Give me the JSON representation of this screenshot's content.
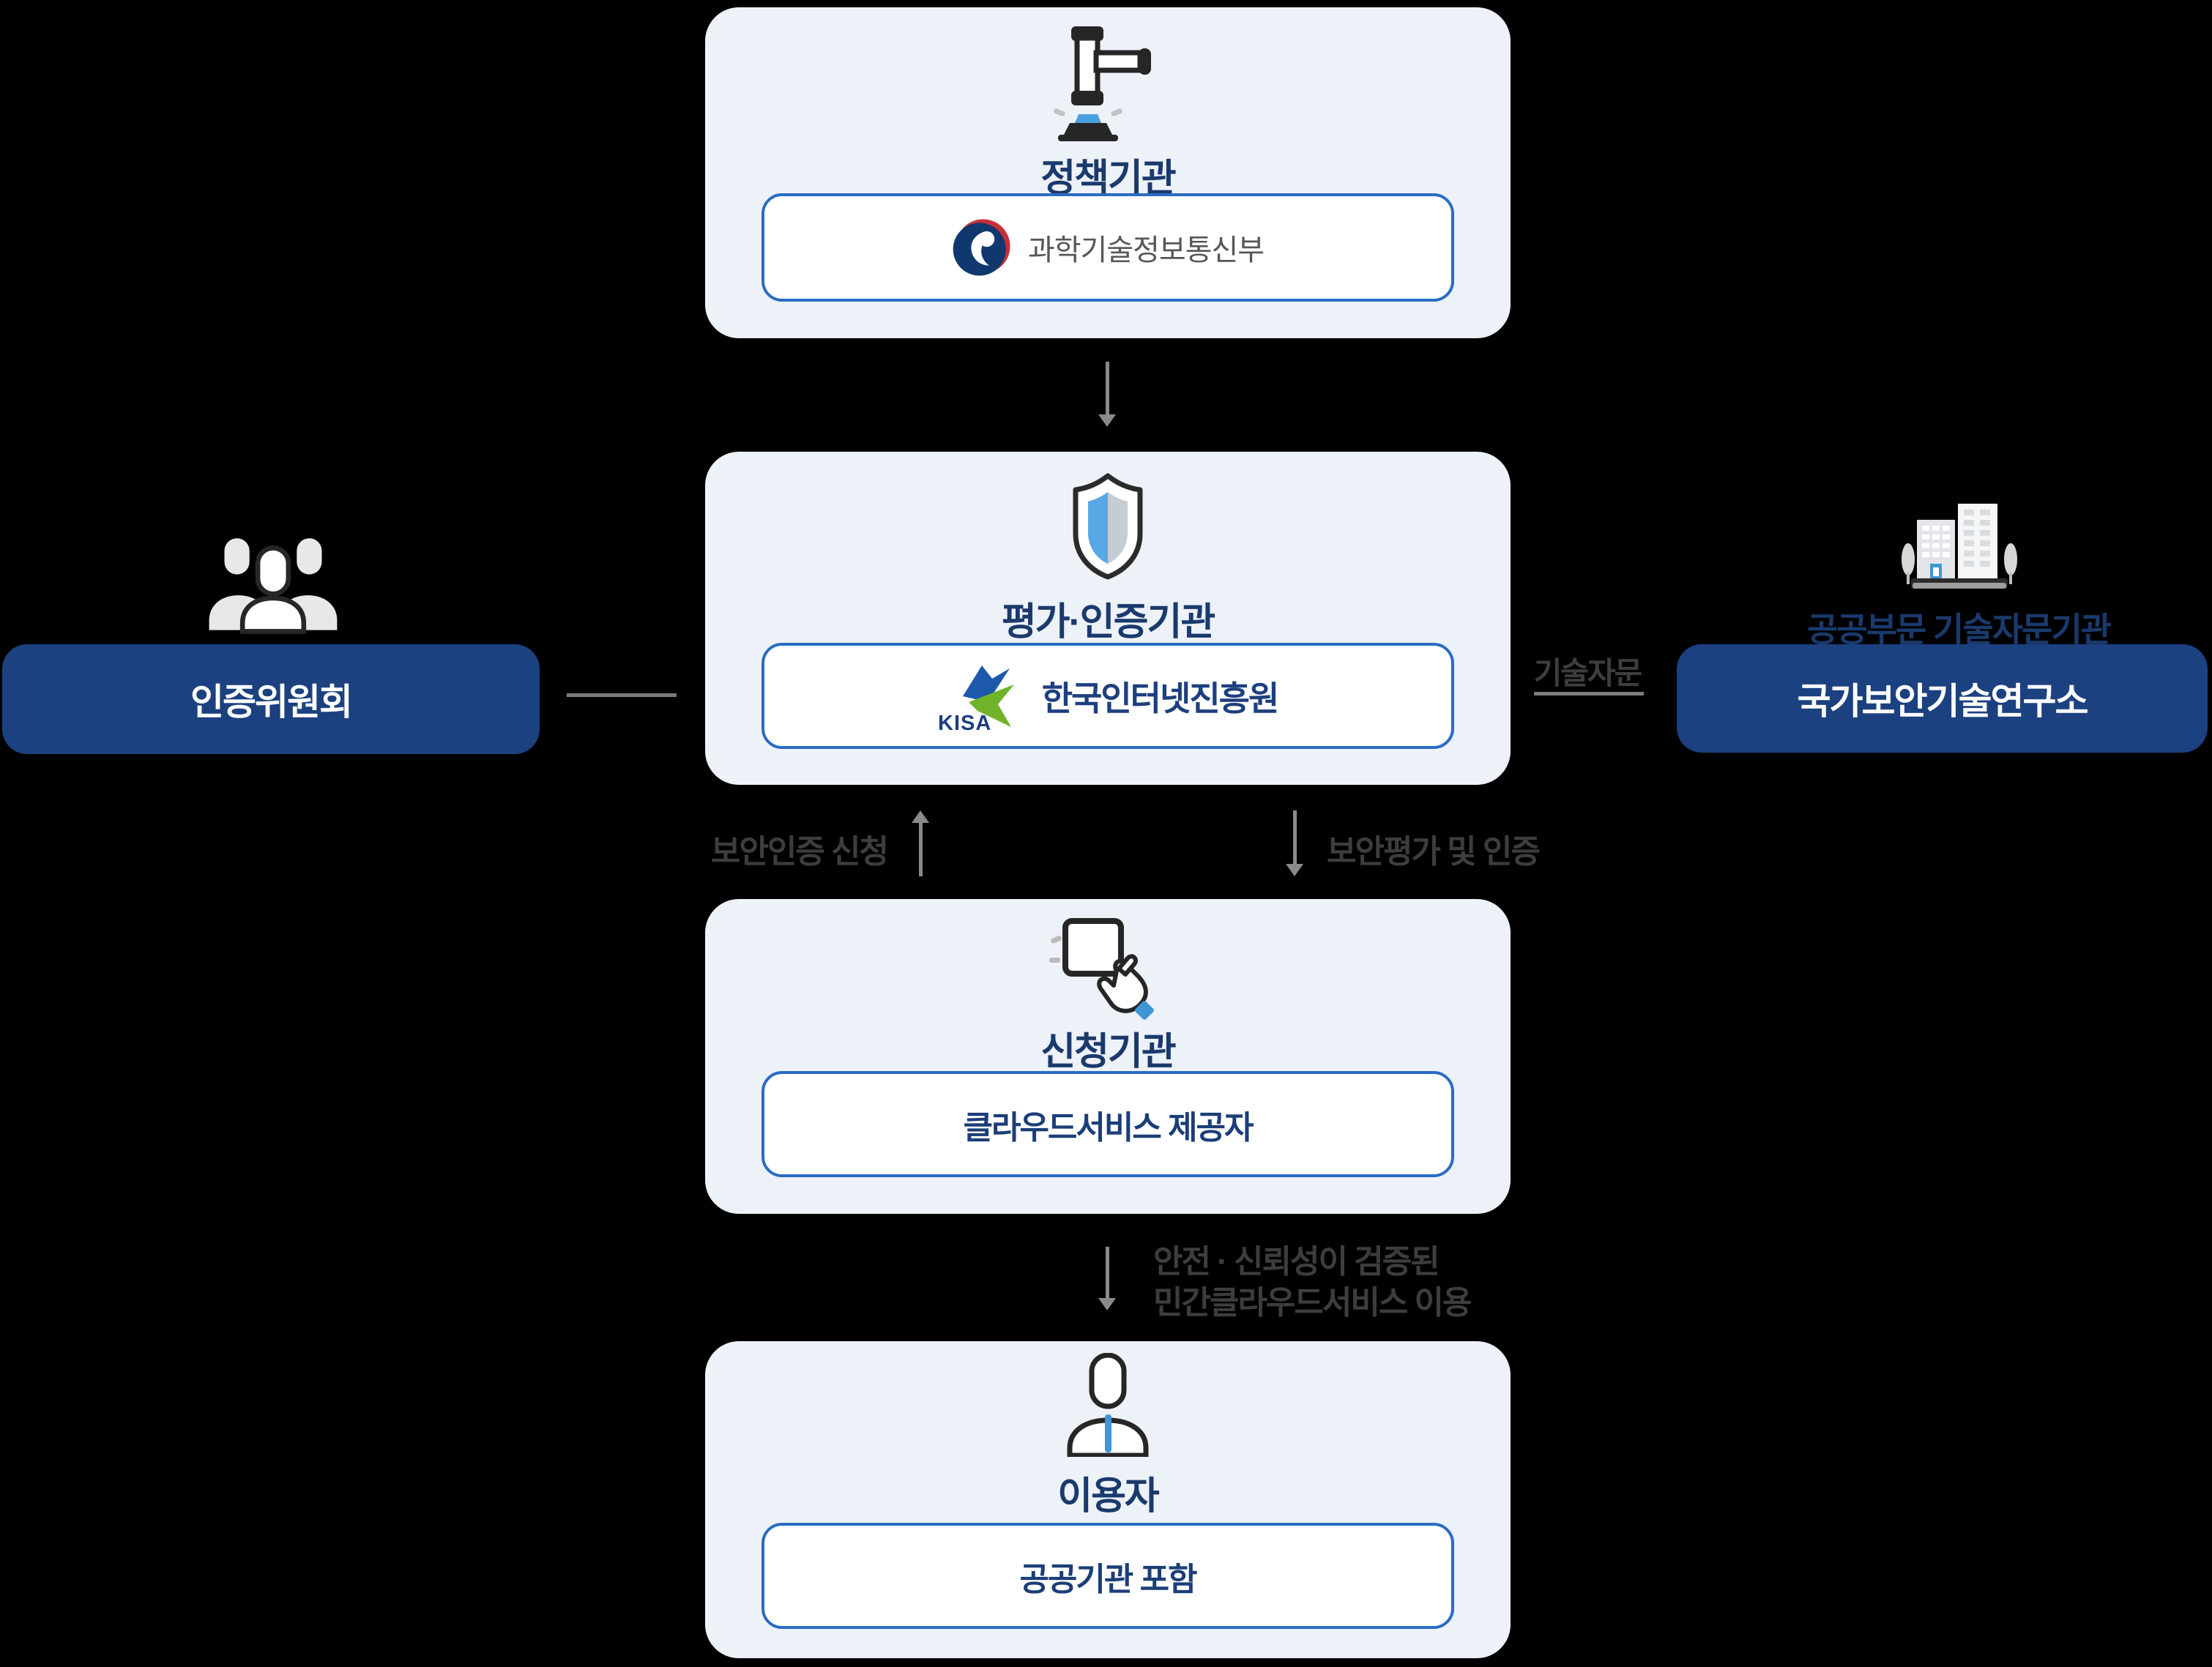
{
  "background": "#000000",
  "palette": {
    "card_bg": "#edf1f8",
    "box_border": "#2a6cc4",
    "navy_title": "#1a3a6d",
    "navy_pill": "#1c4180",
    "gray_label": "#3d3d3d",
    "arrow_gray": "#8a8a8a",
    "accent_blue": "#3e97d4",
    "kisa_green": "#6fb32a",
    "kisa_blue": "#1d58aa",
    "msit_red": "#c62f3b",
    "msit_navy": "#11386e"
  },
  "icons": {
    "policy": "gavel-icon",
    "certification": "shield-icon",
    "committee": "people-icon",
    "advisory": "buildings-icon",
    "applicant": "tap-click-icon",
    "user": "person-icon"
  },
  "cards": {
    "policy": {
      "title": "정책기관",
      "org": "과학기술정보통신부"
    },
    "certification": {
      "title": "평가·인증기관",
      "org_mark": "KISA",
      "org": "한국인터넷진흥원"
    },
    "applicant": {
      "title": "신청기관",
      "org": "클라우드서비스 제공자"
    },
    "user": {
      "title": "이용자",
      "org": "공공기관 포함"
    }
  },
  "left": {
    "committee": "인증위원회"
  },
  "right": {
    "label": "공공부문 기술자문기관",
    "org": "국가보안기술연구소",
    "relation": "기술자문"
  },
  "flows": {
    "apply": "보안인증 신청",
    "assess": "보안평가 및 인증",
    "use_line1": "안전 · 신뢰성이 검증된",
    "use_line2": "민간클라우드서비스 이용"
  }
}
